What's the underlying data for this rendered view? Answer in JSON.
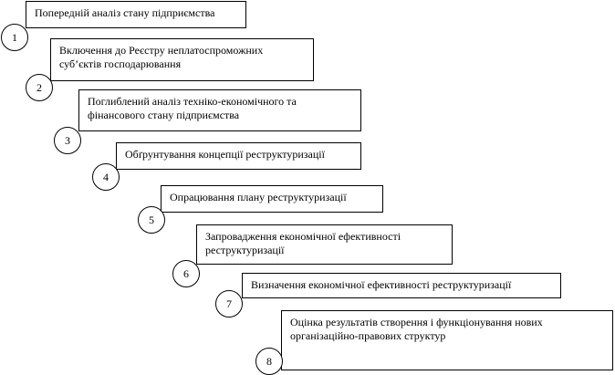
{
  "steps": [
    {
      "number": "1",
      "text": "Попередній аналіз стану підприємства"
    },
    {
      "number": "2",
      "text": "Включення до Реєстру неплатоспроможних суб’єктів господарювання"
    },
    {
      "number": "3",
      "text": "Поглиблений аналіз техніко-економічного та фінансового стану підприємства"
    },
    {
      "number": "4",
      "text": "Обґрунтування концепції реструктуризації"
    },
    {
      "number": "5",
      "text": "Опрацювання плану реструктуризації"
    },
    {
      "number": "6",
      "text": "Запровадження економічної ефективності реструктуризації"
    },
    {
      "number": "7",
      "text": "Визначення економічної ефективності реструктуризації"
    },
    {
      "number": "8",
      "text": "Оцінка результатів створення і функціонування нових організаційно-правових структур"
    }
  ]
}
